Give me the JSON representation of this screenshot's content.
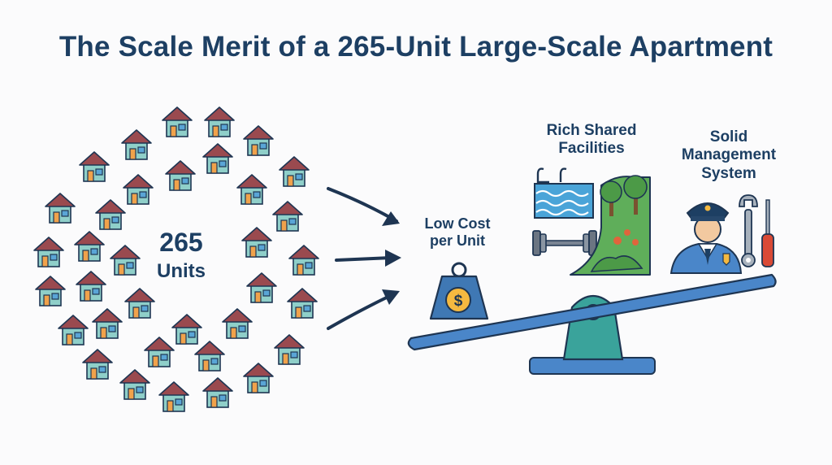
{
  "title": "The Scale Merit of a 265-Unit Large-Scale Apartment",
  "cluster": {
    "count_number": "265",
    "count_unit": "Units",
    "icon": "house-icon"
  },
  "balance": {
    "left_item": {
      "label_line1": "Low Cost",
      "label_line2": "per Unit",
      "icon": "money-weight-icon",
      "symbol": "$"
    },
    "right_items": [
      {
        "label_line1": "Rich Shared",
        "label_line2": "Facilities",
        "icons": [
          "swimming-pool-icon",
          "dumbbell-icon",
          "park-trees-icon"
        ]
      },
      {
        "label_line1": "Solid",
        "label_line2": "Management",
        "label_line3": "System",
        "icons": [
          "security-guard-icon",
          "wrench-icon",
          "screwdriver-icon"
        ]
      }
    ]
  },
  "colors": {
    "title": "#1d3f63",
    "house_wall": "#8fcfc9",
    "house_roof": "#9a4a4f",
    "house_door": "#f0a24b",
    "house_window": "#5aa5d6",
    "seesaw_beam": "#4a86c9",
    "seesaw_pivot": "#3aa39b",
    "coin": "#f5b940",
    "pool_water": "#4aa4d8",
    "park_green": "#5fae5a",
    "outline": "#1e3552"
  }
}
